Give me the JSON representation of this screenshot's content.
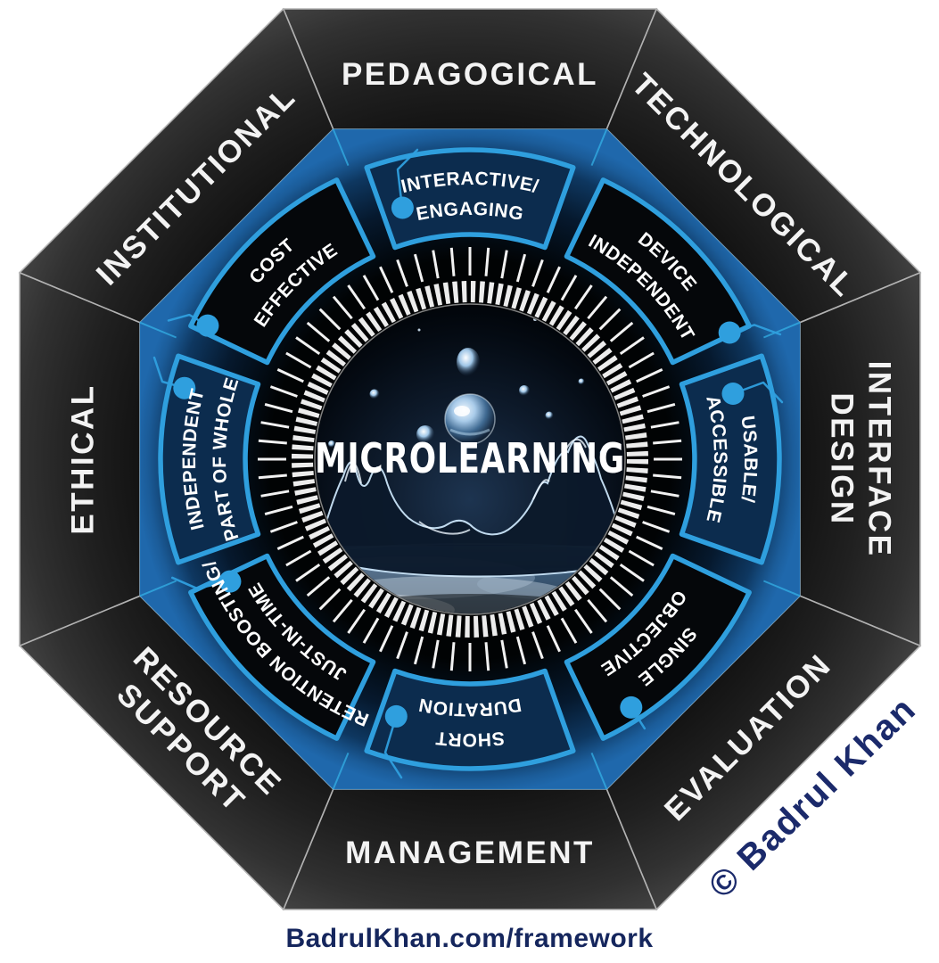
{
  "title": "MICROLEARNING",
  "sections": [
    {
      "line1": "PEDAGOGICAL",
      "line2": ""
    },
    {
      "line1": "TECHNOLOGICAL",
      "line2": ""
    },
    {
      "line1": "INTERFACE",
      "line2": "DESIGN"
    },
    {
      "line1": "EVALUATION",
      "line2": ""
    },
    {
      "line1": "MANAGEMENT",
      "line2": ""
    },
    {
      "line1": "RESOURCE",
      "line2": "SUPPORT"
    },
    {
      "line1": "ETHICAL",
      "line2": ""
    },
    {
      "line1": "INSTITUTIONAL",
      "line2": ""
    }
  ],
  "attributes": [
    {
      "line1": "INTERACTIVE/",
      "line2": "ENGAGING"
    },
    {
      "line1": "DEVICE",
      "line2": "INDEPENDENT"
    },
    {
      "line1": "USABLE/",
      "line2": "ACCESSIBLE"
    },
    {
      "line1": "SINGLE",
      "line2": "OBJECTIVE"
    },
    {
      "line1": "SHORT",
      "line2": "DURATION"
    },
    {
      "line1": "RETENTION BOOSTING/",
      "line2": "JUST-IN-TIME"
    },
    {
      "line1": "INDEPENDENT",
      "line2": "PART OF WHOLE"
    },
    {
      "line1": "COST",
      "line2": "EFFECTIVE"
    }
  ],
  "watermark": {
    "text": "© Badrul Khan"
  },
  "footer": {
    "url": "BadrulKhan.com/framework"
  },
  "colors": {
    "accent_blue": "#2f9fde",
    "segment_navy": "#0c2c4e",
    "segment_black": "#05070a",
    "glow_blue": "#1b5c99",
    "band_gray": "#424242",
    "label_white": "#f3f3f3",
    "watermark_navy": "#1b2a6b",
    "url_navy": "#15265d"
  }
}
